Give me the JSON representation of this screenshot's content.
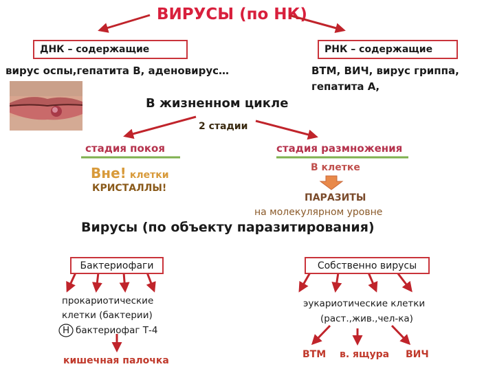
{
  "title": "ВИРУСЫ (по НК)",
  "dna_box": "ДНК – содержащие",
  "rna_box": "РНК – содержащие",
  "dna_examples": "вирус оспы,гепатита В, аденовирус…",
  "rna_examples_line1": "ВТМ, ВИЧ,  вирус гриппа,",
  "rna_examples_line2": "гепатита А,",
  "life_cycle": "В жизненном цикле",
  "two_stages": "2 стадии",
  "stage_rest": "стадия покоя",
  "stage_reproduction": "стадия размножения",
  "outside_a": "Вне!",
  "outside_b": "клетки",
  "crystals": "КРИСТАЛЛЫ!",
  "in_cell": "В клетке",
  "parasites": "ПАРАЗИТЫ",
  "molecular": "на молекулярном  уровне",
  "viruses_by_object": "Вирусы (по объекту паразитирования)",
  "bacteriophages": "Бактериофаги",
  "proper_viruses": "Собственно вирусы",
  "prokaryotic_1": "прокариотические",
  "prokaryotic_2": "клетки (бактерии)",
  "phage_h": "Н",
  "phage_t4": "бактериофаг  Т-4",
  "ecoli": "кишечная палочка",
  "eukaryotic_1": "эукариотические   клетки",
  "eukaryotic_2": "(раст.,жив.,чел-ка)",
  "vtm": "ВТМ",
  "fmd": "в. ящура",
  "hiv": "ВИЧ",
  "colors": {
    "arrow": "#c0242b",
    "title": "#d81f3c",
    "green_line": "#7fb04f",
    "orange_arrow": "#e8894a",
    "stage_text": "#b5334d"
  },
  "icons": {
    "lip_photo": "lip-photo-image"
  }
}
